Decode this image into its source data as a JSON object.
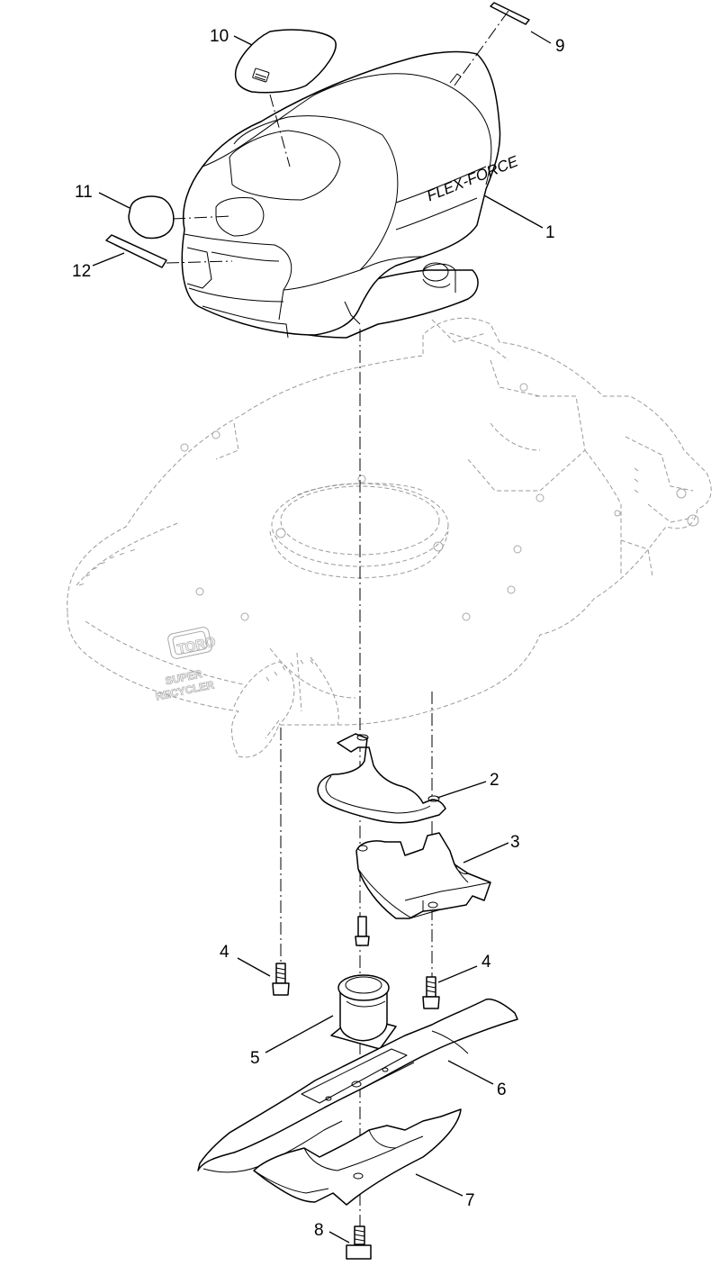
{
  "diagram": {
    "cover_logo": "FLEX-FORCE",
    "deck_brand": "TORO",
    "deck_model_line1": "SUPER",
    "deck_model_line2": "RECYCLER",
    "callouts": [
      {
        "id": "c1",
        "label": "1"
      },
      {
        "id": "c2",
        "label": "2"
      },
      {
        "id": "c3",
        "label": "3"
      },
      {
        "id": "c4a",
        "label": "4"
      },
      {
        "id": "c4b",
        "label": "4"
      },
      {
        "id": "c5",
        "label": "5"
      },
      {
        "id": "c6",
        "label": "6"
      },
      {
        "id": "c7",
        "label": "7"
      },
      {
        "id": "c8",
        "label": "8"
      },
      {
        "id": "c9",
        "label": "9"
      },
      {
        "id": "c10",
        "label": "10"
      },
      {
        "id": "c11",
        "label": "11"
      },
      {
        "id": "c12",
        "label": "12"
      }
    ]
  }
}
